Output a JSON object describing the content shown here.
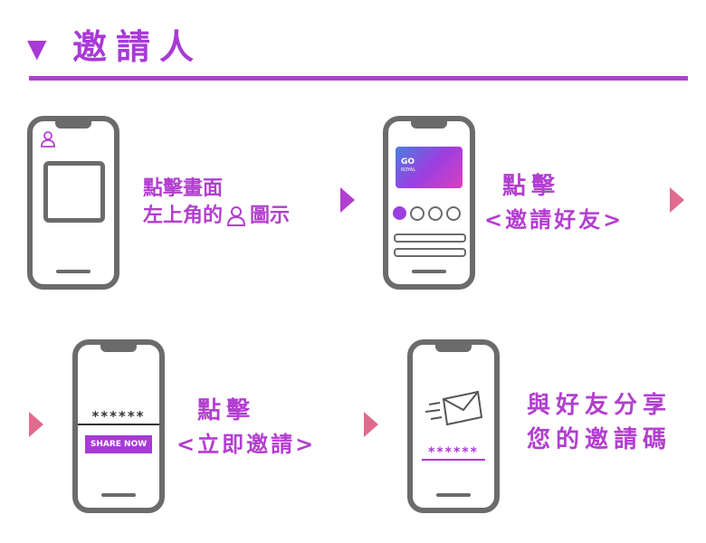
{
  "header": {
    "title": "邀請人"
  },
  "steps": [
    {
      "line1": "點擊畫面",
      "line2_prefix": "左上角的",
      "line2_suffix": "圖示"
    },
    {
      "line1": "點擊",
      "line2": "<邀請好友>",
      "card_brand": "GO",
      "card_sub": "ROYAL"
    },
    {
      "line1": "點擊",
      "line2": "<立即邀請>",
      "code_mask": "******",
      "share_button": "SHARE NOW"
    },
    {
      "line1": "與好友分享",
      "line2": "您的邀請碼",
      "code_mask": "******"
    }
  ],
  "colors": {
    "accent": "#b23fcf",
    "arrow": "#e06b8e",
    "phone": "#6b6b6b"
  },
  "icons": [
    "triangle-down-icon",
    "user-icon",
    "envelope-icon",
    "chevron-right-icon"
  ]
}
